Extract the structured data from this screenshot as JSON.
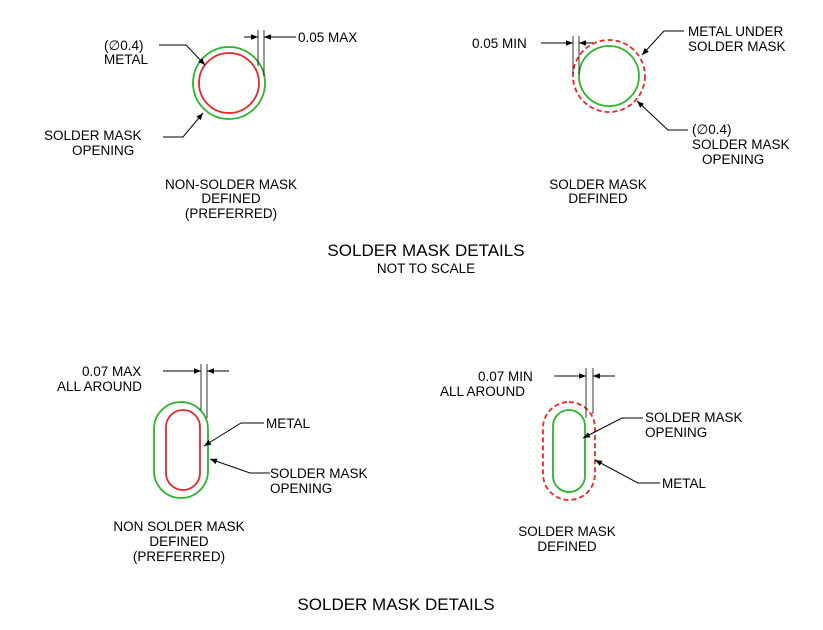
{
  "colors": {
    "metal": "#e8272a",
    "mask": "#2bb52b",
    "line": "#000000"
  },
  "top": {
    "nsmd": {
      "dim": "0.05 MAX",
      "metal_dia": "(∅0.4)",
      "metal": "METAL",
      "opening_1": "SOLDER MASK",
      "opening_2": "OPENING",
      "caption_1": "NON-SOLDER MASK",
      "caption_2": "DEFINED",
      "caption_3": "(PREFERRED)"
    },
    "smd": {
      "dim": "0.05 MIN",
      "metal_under_1": "METAL UNDER",
      "metal_under_2": "SOLDER MASK",
      "opening_dia": "(∅0.4)",
      "opening_1": "SOLDER MASK",
      "opening_2": "OPENING",
      "caption_1": "SOLDER MASK",
      "caption_2": "DEFINED"
    },
    "title": "SOLDER MASK DETAILS",
    "subtitle": "NOT TO SCALE"
  },
  "bottom": {
    "nsmd": {
      "dim_1": "0.07 MAX",
      "dim_2": "ALL AROUND",
      "metal": "METAL",
      "opening_1": "SOLDER MASK",
      "opening_2": "OPENING",
      "caption_1": "NON SOLDER MASK",
      "caption_2": "DEFINED",
      "caption_3": "(PREFERRED)"
    },
    "smd": {
      "dim_1": "0.07 MIN",
      "dim_2": "ALL AROUND",
      "opening_1": "SOLDER MASK",
      "opening_2": "OPENING",
      "metal": "METAL",
      "caption_1": "SOLDER MASK",
      "caption_2": "DEFINED"
    },
    "title": "SOLDER MASK DETAILS"
  }
}
